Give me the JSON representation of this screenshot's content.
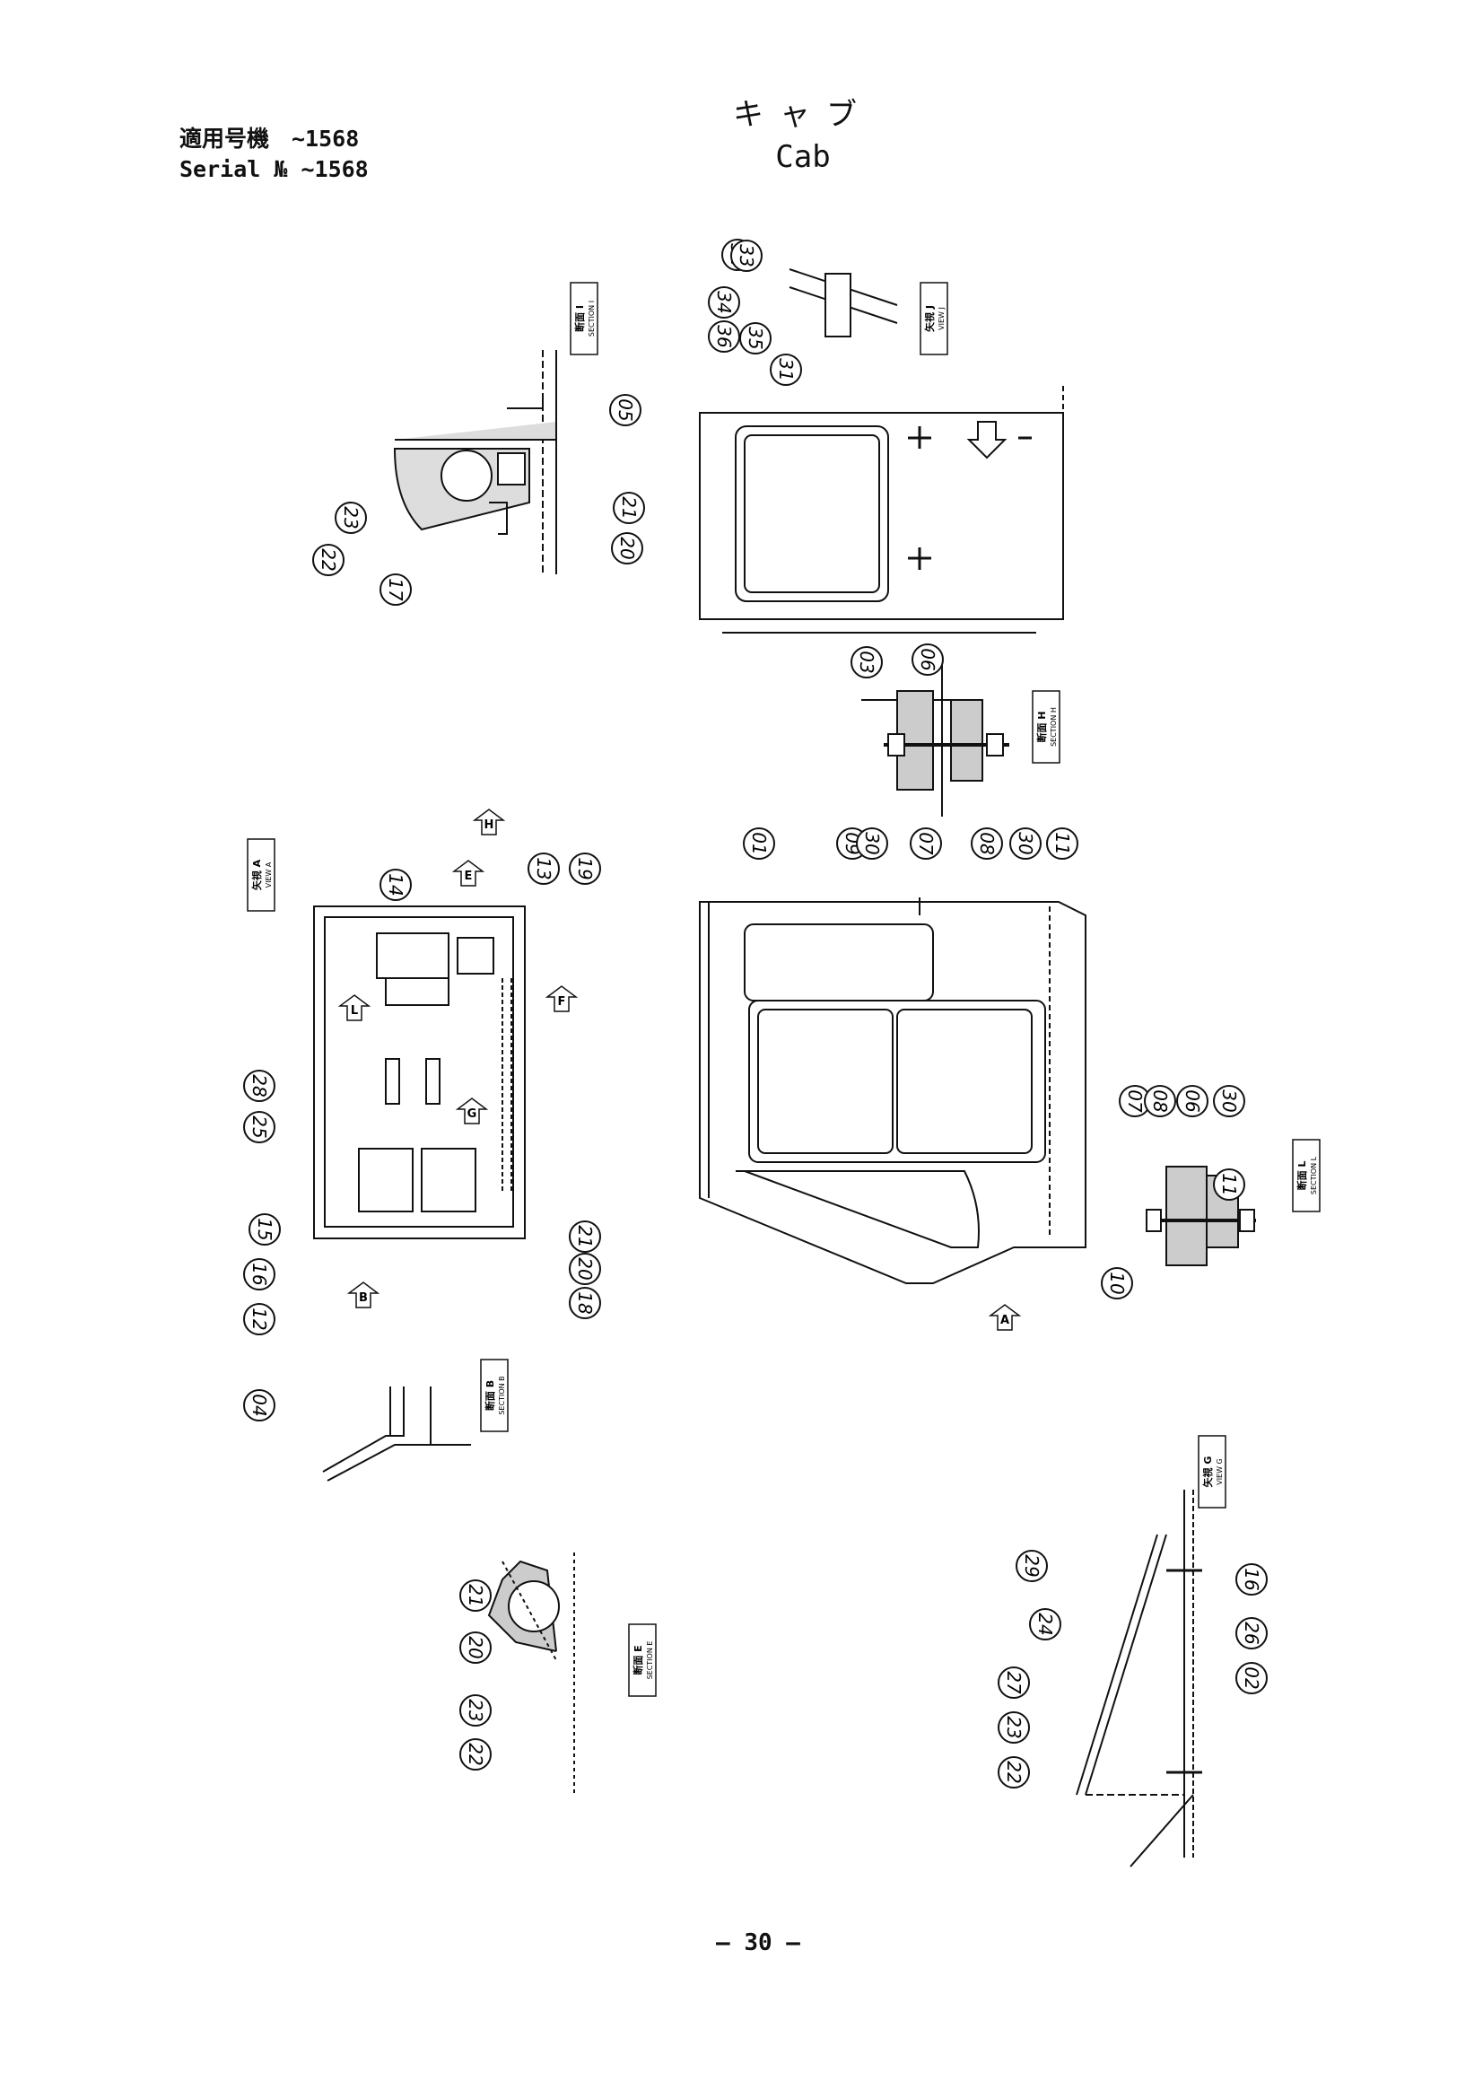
{
  "header": {
    "serial_jp": "適用号機　~1568",
    "serial_en": "Serial № ~1568",
    "title_jp": "キャブ",
    "title_en": "Cab"
  },
  "page_number": "— 30 —",
  "callouts": [
    {
      "label": "32"
    },
    {
      "label": "33"
    },
    {
      "label": "34"
    },
    {
      "label": "36"
    },
    {
      "label": "35"
    },
    {
      "label": "31"
    },
    {
      "label": "05"
    },
    {
      "label": "23"
    },
    {
      "label": "22"
    },
    {
      "label": "17"
    },
    {
      "label": "21"
    },
    {
      "label": "20"
    },
    {
      "label": "03"
    },
    {
      "label": "06"
    },
    {
      "label": "09"
    },
    {
      "label": "30"
    },
    {
      "label": "07"
    },
    {
      "label": "08"
    },
    {
      "label": "30"
    },
    {
      "label": "11"
    },
    {
      "label": "01"
    },
    {
      "label": "14"
    },
    {
      "label": "13"
    },
    {
      "label": "19"
    },
    {
      "label": "28"
    },
    {
      "label": "25"
    },
    {
      "label": "15"
    },
    {
      "label": "16"
    },
    {
      "label": "12"
    },
    {
      "label": "21"
    },
    {
      "label": "20"
    },
    {
      "label": "18"
    },
    {
      "label": "07"
    },
    {
      "label": "08"
    },
    {
      "label": "06"
    },
    {
      "label": "30"
    },
    {
      "label": "11"
    },
    {
      "label": "10"
    },
    {
      "label": "04"
    },
    {
      "label": "21"
    },
    {
      "label": "20"
    },
    {
      "label": "23"
    },
    {
      "label": "22"
    },
    {
      "label": "29"
    },
    {
      "label": "24"
    },
    {
      "label": "27"
    },
    {
      "label": "23"
    },
    {
      "label": "22"
    },
    {
      "label": "16"
    },
    {
      "label": "26"
    },
    {
      "label": "02"
    }
  ],
  "view_labels": [
    {
      "jp": "断面 I",
      "en": "SECTION I"
    },
    {
      "jp": "矢視 J",
      "en": "VIEW J"
    },
    {
      "jp": "断面 H",
      "en": "SECTION H"
    },
    {
      "jp": "矢視 A",
      "en": "VIEW A"
    },
    {
      "jp": "断面 L",
      "en": "SECTION L"
    },
    {
      "jp": "断面 B",
      "en": "SECTION B"
    },
    {
      "jp": "断面 E",
      "en": "SECTION E"
    },
    {
      "jp": "矢視 G",
      "en": "VIEW G"
    }
  ],
  "arrow_markers": [
    {
      "label": "H"
    },
    {
      "label": "E"
    },
    {
      "label": "F"
    },
    {
      "label": "L"
    },
    {
      "label": "G"
    },
    {
      "label": "B"
    },
    {
      "label": "A"
    }
  ]
}
